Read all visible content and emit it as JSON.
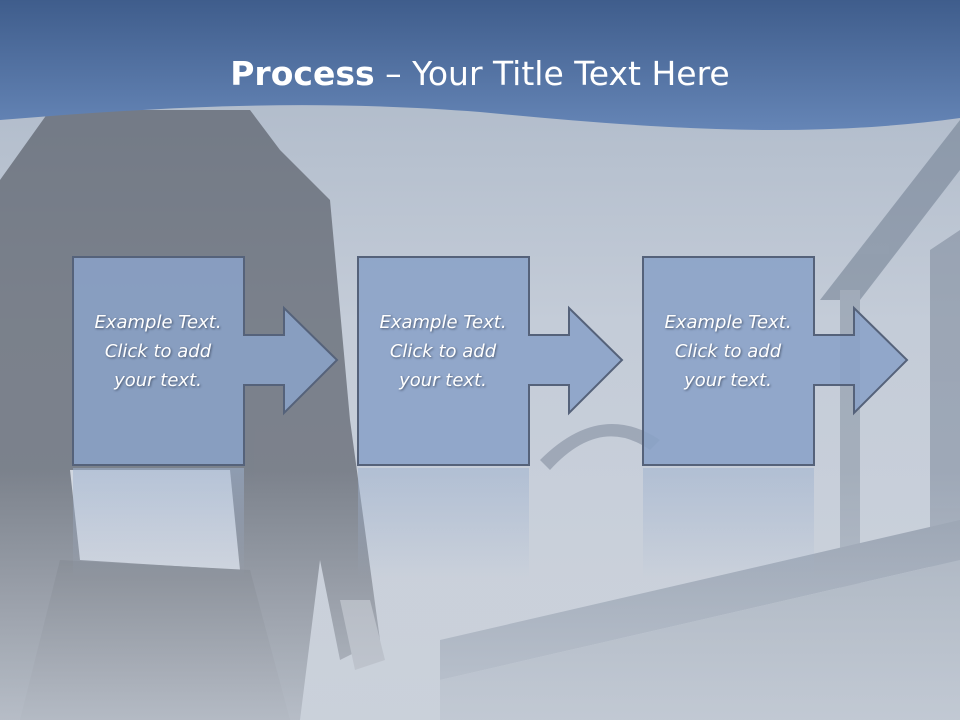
{
  "slide": {
    "title_bold": "Process",
    "title_rest": " – Your Title Text Here"
  },
  "steps": [
    {
      "line1": "Example Text.",
      "line2": "Click  to add",
      "line3": "your text."
    },
    {
      "line1": "Example Text.",
      "line2": "Click  to add",
      "line3": "your text."
    },
    {
      "line1": "Example Text.",
      "line2": "Click  to add",
      "line3": "your text."
    }
  ],
  "colors": {
    "header_band": "#4b6fa3",
    "box_fill": "#8aa2c7",
    "box_border": "#55627a",
    "text": "#ffffff"
  }
}
